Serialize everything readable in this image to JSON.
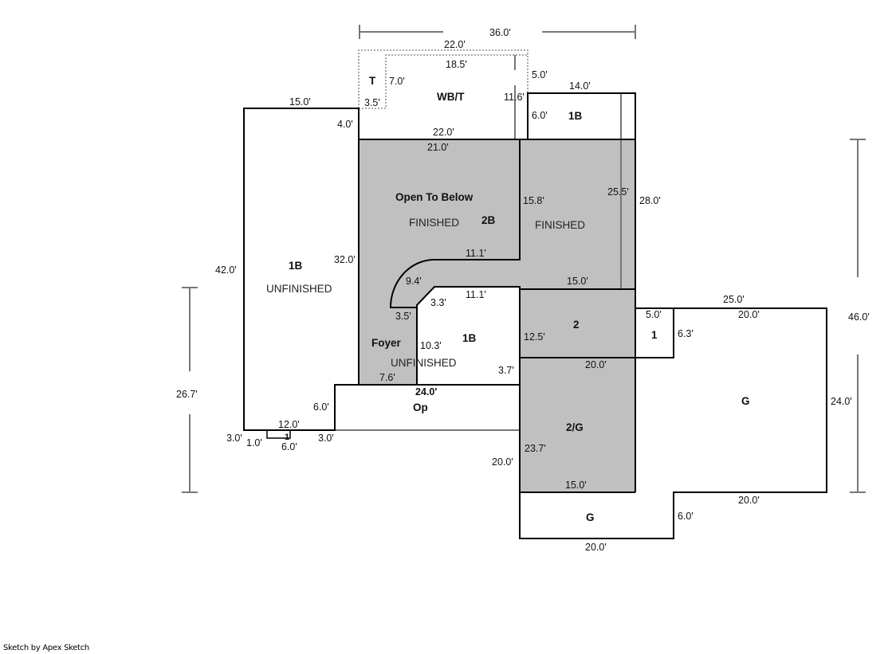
{
  "colors": {
    "finished_fill": "#c0c0c0",
    "wall": "#000000",
    "dim_line": "#777777"
  },
  "overall": {
    "width": "36.0'",
    "depth_left": "26.7'",
    "depth_right": "46.0'"
  },
  "rooms": {
    "t": "T",
    "wbt": "WB/T",
    "upper_1b": "1B",
    "left_1b": "1B",
    "left_1b_status": "UNFINISHED",
    "open_to_below": "Open To Below",
    "open_status": "FINISHED",
    "room_2b": "2B",
    "right_status": "FINISHED",
    "foyer": "Foyer",
    "foyer_status": "UNFINISHED",
    "inner_1b": "1B",
    "op": "Op",
    "room_2": "2",
    "room_1": "1",
    "room_2g": "2/G",
    "garage": "G",
    "garage_lower": "G",
    "small_1": "1"
  },
  "dims": {
    "wbt_top": "22.0'",
    "wbt_inner_top": "18.5'",
    "t_right": "7.0'",
    "t_bottom": "3.5'",
    "wbt_right_top": "5.0'",
    "wbt_right": "11.6'",
    "wbt_bottom": "22.0'",
    "upper_1b_top": "14.0'",
    "upper_1b_left": "6.0'",
    "left_1b_top": "15.0'",
    "left_1b_step": "4.0'",
    "left_1b_left": "42.0'",
    "left_1b_right": "32.0'",
    "gray_top": "21.0'",
    "gray_inner": "15.8'",
    "right_inner": "25.5'",
    "right_outer": "28.0'",
    "ledge": "11.1'",
    "arc": "9.4'",
    "inner_1b_top": "11.1'",
    "diag": "3.3'",
    "arc_bottom": "3.5'",
    "inner_1b_left": "10.3'",
    "inner_1b_right": "3.7'",
    "foyer_bottom": "7.6'",
    "op_top": "24.0'",
    "op_left": "6.0'",
    "stoop_top": "12.0'",
    "stoop_left": "3.0'",
    "stoop_1": "1.0'",
    "stoop_bottom": "6.0'",
    "stoop_right": "3.0'",
    "room2_top": "15.0'",
    "room2_left": "12.5'",
    "room2_bottom": "20.0'",
    "room1_top": "5.0'",
    "room1_right": "6.3'",
    "garage_top_outer": "25.0'",
    "garage_top": "20.0'",
    "garage_right": "24.0'",
    "r2g_left": "23.7'",
    "r2g_outer": "20.0'",
    "r2g_bottom": "15.0'",
    "garage_bottom": "20.0'",
    "garage_step": "6.0'",
    "lower_g_bottom": "20.0'"
  },
  "footer": {
    "credit": "Sketch by Apex Sketch"
  }
}
